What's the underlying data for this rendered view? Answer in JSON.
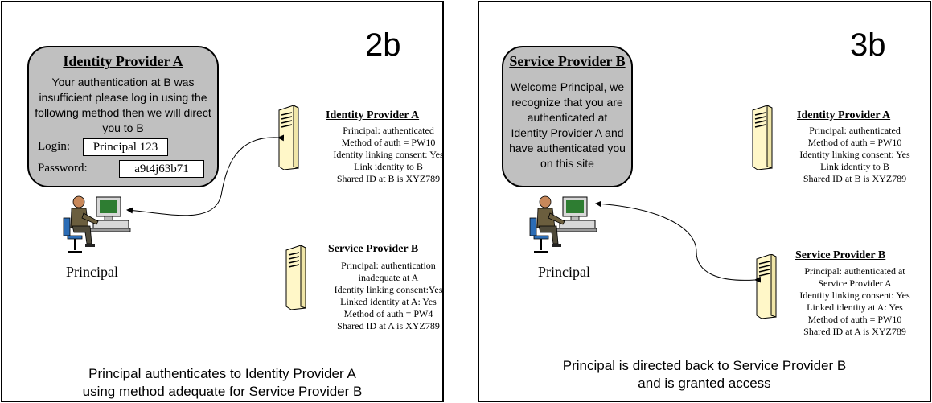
{
  "panels": [
    {
      "step": "2b",
      "bubble": {
        "title": "Identity Provider A",
        "message": "Your authentication at B was insufficient please log in using the following method then we will direct you to B",
        "login_label": "Login:",
        "login_value": "Principal 123",
        "password_label": "Password:",
        "password_value": "a9t4j63b71"
      },
      "principal_label": "Principal",
      "servers": [
        {
          "title": "Identity Provider A",
          "lines": [
            "Principal: authenticated",
            "Method of auth = PW10",
            "Identity linking consent: Yes",
            "Link identity to B",
            "Shared ID at B is XYZ789"
          ]
        },
        {
          "title": "Service Provider B",
          "lines": [
            "Principal: authentication",
            "inadequate at A",
            "Identity linking consent:Yes",
            "Linked identity at A: Yes",
            "Method of auth = PW4",
            "Shared ID at A is XYZ789"
          ]
        }
      ],
      "caption": [
        "Principal authenticates to Identity Provider A",
        "using method adequate for Service Provider B"
      ]
    },
    {
      "step": "3b",
      "bubble": {
        "title": "Service Provider B",
        "message": "Welcome Principal, we recognize that you are authenticated at Identity Provider A and have authenticated you on this site"
      },
      "principal_label": "Principal",
      "servers": [
        {
          "title": "Identity Provider A",
          "lines": [
            "Principal: authenticated",
            "Method of auth = PW10",
            "Identity linking consent: Yes",
            "Link identity to B",
            "Shared ID at B is XYZ789"
          ]
        },
        {
          "title": "Service Provider B",
          "lines": [
            "Principal: authenticated at",
            "Service Provider A",
            "Identity linking consent: Yes",
            "Linked identity at A: Yes",
            "Method of auth = PW10",
            "Shared ID at A is XYZ789"
          ]
        }
      ],
      "caption": [
        "Principal is directed back to Service Provider B",
        "and is granted access"
      ]
    }
  ],
  "colors": {
    "bubble_fill": "#c0c0c0",
    "server_fill": "#fff7c8",
    "border": "#000000"
  }
}
